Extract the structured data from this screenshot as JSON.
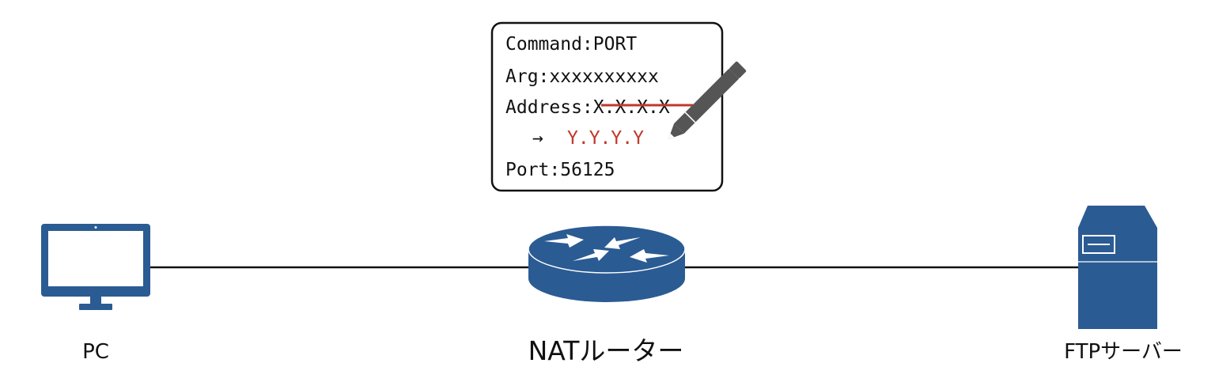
{
  "packet": {
    "command": "Command:PORT",
    "arg": "Arg:xxxxxxxxxx",
    "address_label": "Address:",
    "old_address": "X.X.X.X",
    "arrow": "→",
    "new_address": "Y.Y.Y.Y",
    "port": "Port:56125"
  },
  "nodes": {
    "pc_label": "PC",
    "router_label": "NATルーター",
    "server_label": "FTPサーバー"
  },
  "icons": {
    "pc": "desktop-monitor-icon",
    "router": "router-icon",
    "server": "server-icon",
    "edit": "pencil-icon"
  },
  "colors": {
    "device": "#2b5b93",
    "device_dark": "#1e4373",
    "rewrite": "#c0392b",
    "text": "#111111"
  }
}
